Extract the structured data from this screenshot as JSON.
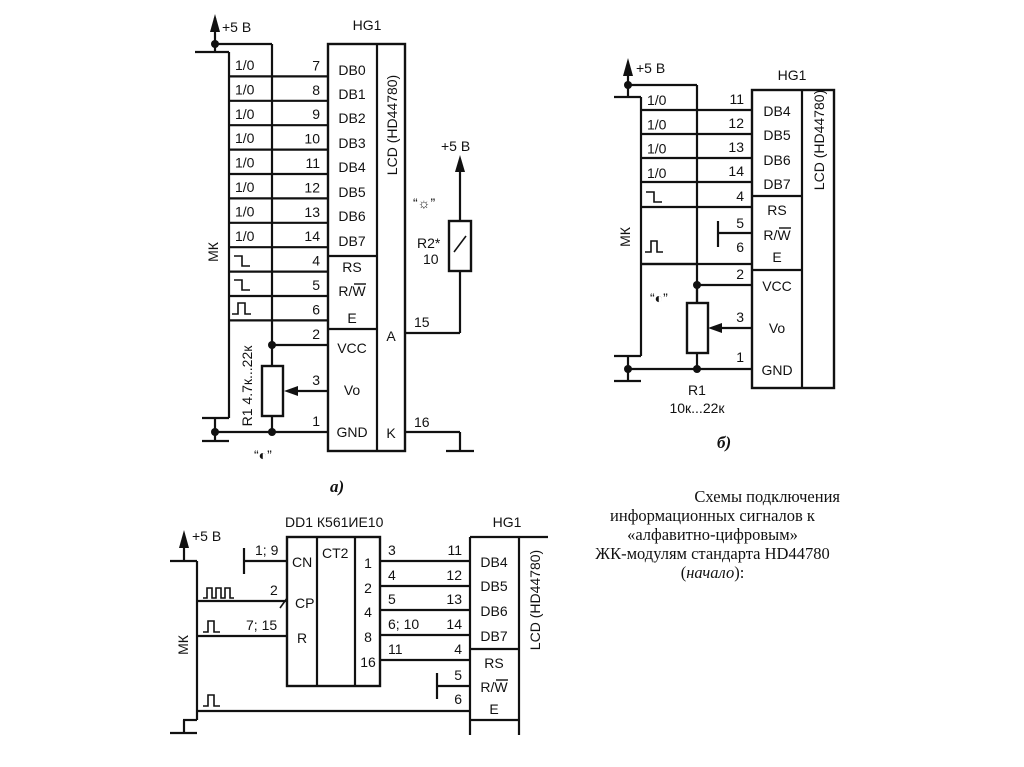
{
  "diagram_a": {
    "supply": "+5 В",
    "title": "HG1",
    "lcd_label": "LCD (HD44780)",
    "mk_label": "МК",
    "mk_ports": [
      "1/0",
      "1/0",
      "1/0",
      "1/0",
      "1/0",
      "1/0",
      "1/0",
      "1/0"
    ],
    "pins": [
      "7",
      "8",
      "9",
      "10",
      "11",
      "12",
      "13",
      "14",
      "4",
      "5",
      "6",
      "2",
      "3",
      "1"
    ],
    "lcd_pins": [
      "DB0",
      "DB1",
      "DB2",
      "DB3",
      "DB4",
      "DB5",
      "DB6",
      "DB7",
      "RS",
      "R/W",
      "E",
      "VCC",
      "Vo",
      "GND"
    ],
    "a_label": "A",
    "k_label": "K",
    "a_pin": "15",
    "k_pin": "16",
    "backlight_supply": "+5 В",
    "backlight_symbol": "“☼”",
    "r2_label": "R2*",
    "r2_value": "10",
    "r1_label": "R1 4.7к...22к",
    "contrast_symbol": "“◐”",
    "caption": "а)"
  },
  "diagram_b": {
    "supply": "+5 В",
    "title": "HG1",
    "lcd_label": "LCD (HD44780)",
    "mk_label": "МК",
    "mk_ports": [
      "1/0",
      "1/0",
      "1/0",
      "1/0"
    ],
    "pins": [
      "11",
      "12",
      "13",
      "14",
      "4",
      "5",
      "6",
      "2",
      "3",
      "1"
    ],
    "lcd_pins": [
      "DB4",
      "DB5",
      "DB6",
      "DB7",
      "RS",
      "R/W",
      "E",
      "VCC",
      "Vo",
      "GND"
    ],
    "contrast_symbol": "“◐”",
    "r1_label": "R1",
    "r1_value": "10к...22к",
    "caption": "б)"
  },
  "diagram_c": {
    "supply": "+5 В",
    "counter_title": "DD1 К561ИЕ10",
    "counter_inputs": [
      "CN",
      "CP",
      "R"
    ],
    "counter_type": "CT2",
    "counter_outputs": [
      "1",
      "2",
      "4",
      "8",
      "16"
    ],
    "counter_in_pins": [
      "1; 9",
      "2",
      "7; 15"
    ],
    "counter_out_pins": [
      "3",
      "4",
      "5",
      "6; 10",
      "11"
    ],
    "lcd_title": "HG1",
    "lcd_label": "LCD (HD44780)",
    "lcd_in_pins": [
      "11",
      "12",
      "13",
      "14",
      "4",
      "5",
      "6"
    ],
    "lcd_pins": [
      "DB4",
      "DB5",
      "DB6",
      "DB7",
      "RS",
      "R/W",
      "E"
    ],
    "mk_label": "МК"
  },
  "caption": {
    "line1": "Схемы подключения",
    "line2": "информационных сигналов к",
    "line3": "«алфавитно-цифровым»",
    "line4": "ЖК-модулям стандарта HD44780",
    "line5_pre": "(",
    "line5_italic": "начало",
    "line5_post": "):"
  }
}
